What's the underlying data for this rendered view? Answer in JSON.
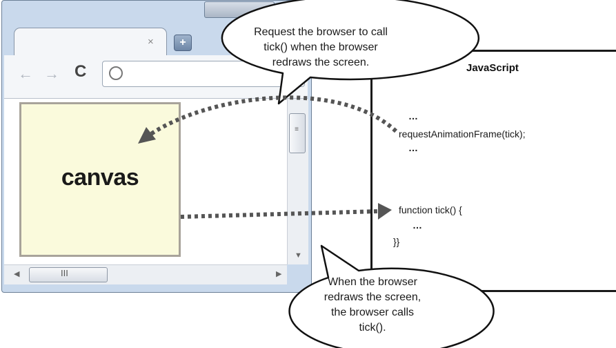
{
  "browser": {
    "tab_close": "×",
    "new_tab": "+",
    "back_icon": "back-arrow-icon",
    "forward_icon": "forward-arrow-icon",
    "reload": "C",
    "hscroll_grip": "III",
    "canvas_label": "canvas"
  },
  "code_panel": {
    "title": "JavaScript",
    "line1": "…",
    "line2": "requestAnimationFrame(tick);",
    "line3": "…",
    "line4": "function tick() {",
    "line5": "…",
    "line6": "}}"
  },
  "callouts": {
    "top": [
      "Request the browser to call",
      "tick() when the browser",
      "redraws the screen."
    ],
    "bottom": [
      "When the browser",
      "redraws the screen,",
      "the browser calls",
      "tick()."
    ]
  },
  "colors": {
    "canvas_fill": "#fafadc",
    "arrow": "#555555",
    "window_frame": "#c9d9ec"
  }
}
